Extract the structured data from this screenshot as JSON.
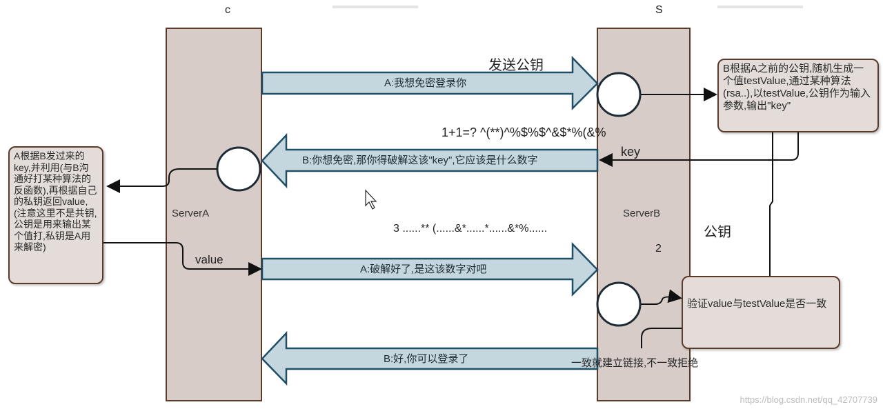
{
  "columns": {
    "client_header": "c",
    "server_header": "S",
    "server_a": "ServerA",
    "server_b": "ServerB"
  },
  "arrows": {
    "a1": "A:我想免密登录你",
    "b1": "B:你想免密,那你得破解这该\"key\",它应该是什么数字",
    "a2": "A:破解好了,是这该数字对吧",
    "b2": "B:好,你可以登录了"
  },
  "labels": {
    "send_pubkey": "发送公钥",
    "puzzle": "1+1=?   ^(**)^%$%$^&$*%(&%",
    "key": "key",
    "garble": "3 ......**  (......&*......*......&*%......",
    "pubkey": "公钥",
    "num2": "2",
    "value": "value",
    "consistent": "一致就建立链接,不一致拒绝"
  },
  "boxes": {
    "b_generate": "B根据A之前的公钥,随机生成一个值testValue,通过某种算法(rsa..),以testValue,公钥作为输入参数,输出\"key\"",
    "a_decrypt": "A根据B发过来的key,并利用(与B沟通好打某种算法的反函数),再根据自己的私钥返回value,(注意这里不是共钥,公钥是用来输出某个值打,私钥是A用来解密)",
    "verify": "验证value与testValue是否一致"
  },
  "watermark": "https://blog.csdn.net/qq_42707739",
  "colors": {
    "lane": "#d7ccc8",
    "lane_border": "#5a3a2a",
    "arrow_fill": "#c4d6de",
    "arrow_stroke": "#1f4e66",
    "highlight": "#f0b400"
  }
}
